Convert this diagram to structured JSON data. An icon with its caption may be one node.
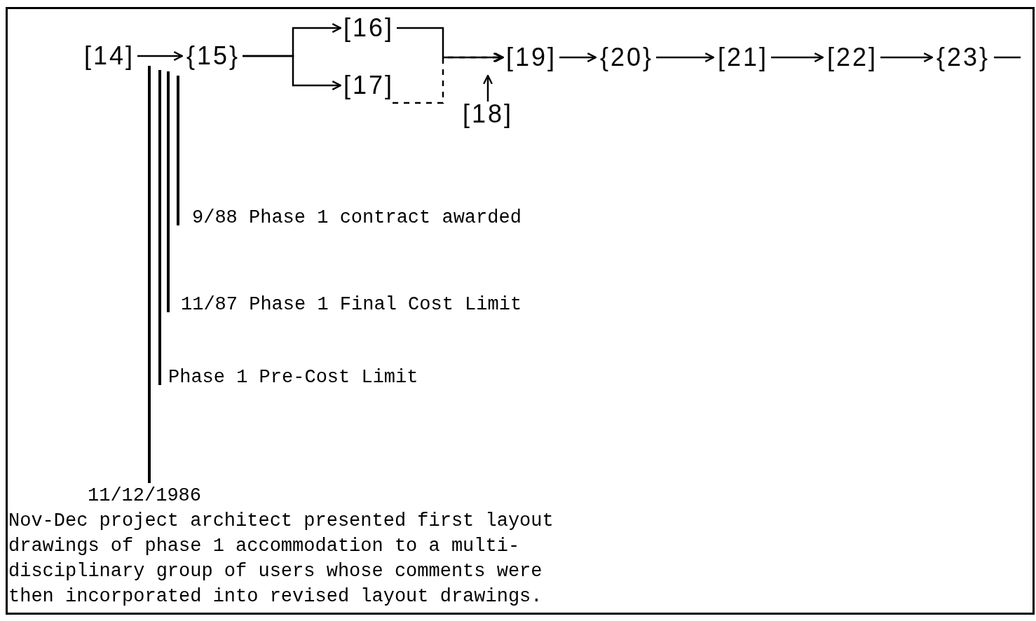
{
  "diagram": {
    "nodes": [
      {
        "text": [
          "[14]"
        ]
      },
      {
        "text": [
          "{15}"
        ]
      },
      {
        "text": [
          "[16]"
        ]
      },
      {
        "text": [
          "[17]"
        ]
      },
      {
        "text": [
          "[18]"
        ]
      },
      {
        "text": [
          "[19]"
        ]
      },
      {
        "text": [
          "{20}"
        ]
      },
      {
        "text": [
          "[21]"
        ]
      },
      {
        "text": [
          "[22]"
        ]
      },
      {
        "text": [
          "{23}"
        ]
      },
      {
        "text": [
          "9/88 Phase 1 contract awarded"
        ]
      },
      {
        "text": [
          "11/87 Phase 1 Final Cost Limit"
        ]
      },
      {
        "text": [
          "Phase 1 Pre-Cost Limit"
        ]
      },
      {
        "text": [
          "11/12/1986",
          "Nov-Dec project architect presented first layout drawings of phase 1 accommodation to a multi- disciplinary group of users whose comments were then incorporated into revised layout drawings."
        ]
      }
    ],
    "edges": [
      {
        "from": 0,
        "to": 1,
        "arrow": "to"
      },
      {
        "from": 1,
        "to": 2,
        "arrow": "to"
      },
      {
        "from": 1,
        "to": 3,
        "arrow": "to"
      },
      {
        "from": 2,
        "to": 5,
        "arrow": "to"
      },
      {
        "from": 3,
        "to": 5,
        "arrow": "to",
        "style": "dashed"
      },
      {
        "from": 4,
        "to": null,
        "arrow": "to"
      },
      {
        "from": 5,
        "to": 6,
        "arrow": "to"
      },
      {
        "from": 6,
        "to": 7,
        "arrow": "to"
      },
      {
        "from": 7,
        "to": 8,
        "arrow": "to"
      },
      {
        "from": 8,
        "to": 9,
        "arrow": "to"
      },
      {
        "from": 9,
        "to": null,
        "arrow": "none"
      },
      {
        "from": 10,
        "to": 1,
        "arrow": "none"
      },
      {
        "from": 11,
        "to": 1,
        "arrow": "none"
      },
      {
        "from": 12,
        "to": null,
        "arrow": "none"
      },
      {
        "from": 13,
        "to": 0,
        "arrow": "none"
      }
    ]
  }
}
